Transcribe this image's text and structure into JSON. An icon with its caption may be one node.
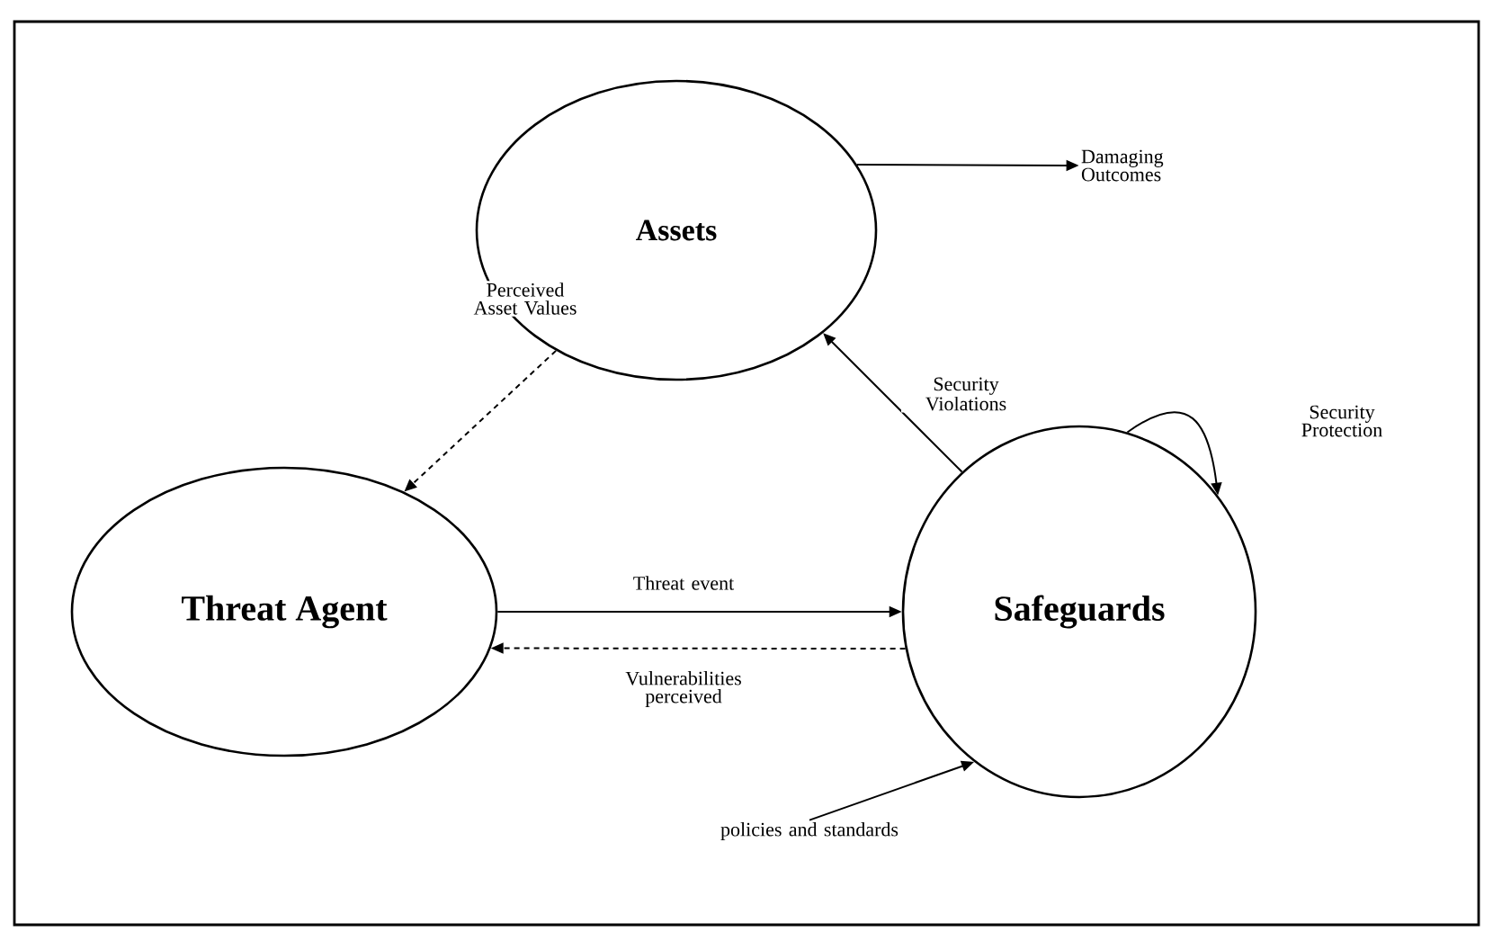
{
  "diagram": {
    "nodes": [
      {
        "text": [
          "Assets"
        ]
      },
      {
        "text": [
          "Damaging Outcomes"
        ]
      },
      {
        "text": [
          "Threat Agent"
        ]
      },
      {
        "text": [
          "Safeguards"
        ]
      },
      {
        "text": [
          "policies and standards"
        ]
      }
    ],
    "edges": [
      {
        "from": 0,
        "to": 1,
        "arrow": "to"
      },
      {
        "from": 0,
        "to": 2,
        "arrow": "to",
        "style": "dashed",
        "label": "Perceived Asset Values"
      },
      {
        "from": 3,
        "to": 0,
        "arrow": "to",
        "label": "Security Violations"
      },
      {
        "from": 3,
        "to": 3,
        "arrow": "to",
        "label": "Security Protection"
      },
      {
        "from": 2,
        "to": 3,
        "arrow": "to",
        "label": "Threat event"
      },
      {
        "from": 3,
        "to": 2,
        "arrow": "to",
        "style": "dashed",
        "label": "Vulnerabilities perceived"
      },
      {
        "from": 4,
        "to": 3,
        "arrow": "to"
      }
    ]
  }
}
